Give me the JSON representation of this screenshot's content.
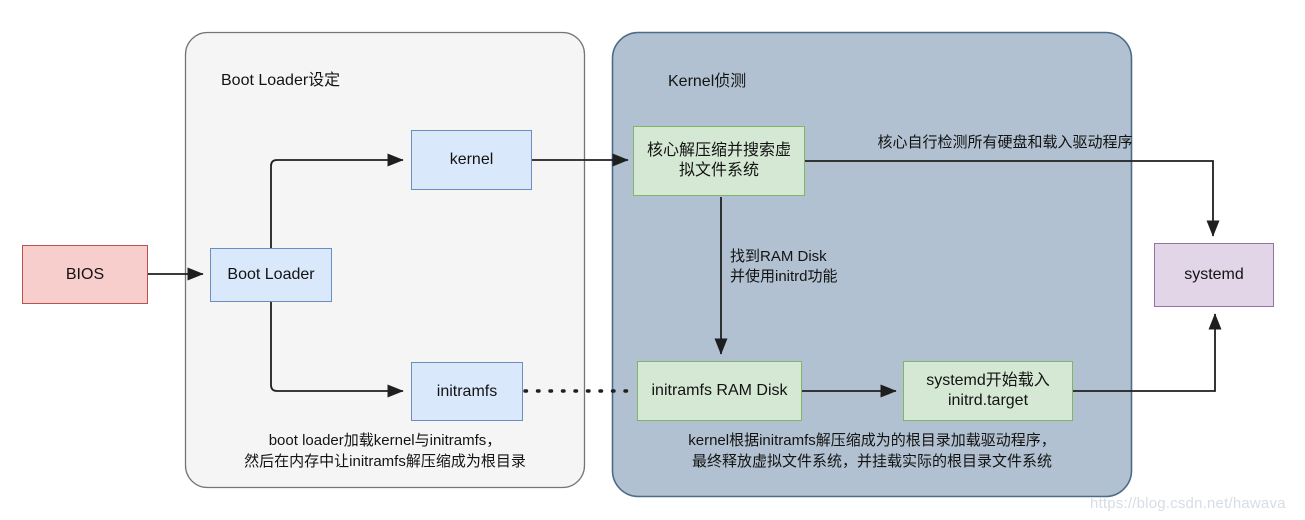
{
  "diagram": {
    "title_watermark": "https://blog.csdn.net/hawava",
    "groups": [
      {
        "id": "boot-loader-group",
        "label": "Boot Loader设定",
        "fill": "#f5f5f5",
        "stroke": "#666666"
      },
      {
        "id": "kernel-group",
        "label": "Kernel侦测",
        "fill": "#b1c1d1",
        "stroke": "#4d6b84"
      }
    ],
    "nodes": [
      {
        "id": "bios",
        "label": "BIOS",
        "fill": "#f8cecc",
        "stroke": "#b85450"
      },
      {
        "id": "boot-loader",
        "label": "Boot Loader",
        "fill": "#dae8fc",
        "stroke": "#6c8ebf"
      },
      {
        "id": "kernel",
        "label": "kernel",
        "fill": "#dae8fc",
        "stroke": "#6c8ebf"
      },
      {
        "id": "initramfs",
        "label": "initramfs",
        "fill": "#dae8fc",
        "stroke": "#6c8ebf"
      },
      {
        "id": "kernel-decompress",
        "label": "核心解压缩并搜索虚\n拟文件系统",
        "fill": "#d5e8d4",
        "stroke": "#82b366"
      },
      {
        "id": "initramfs-ram-disk",
        "label": "initramfs RAM Disk",
        "fill": "#d5e8d4",
        "stroke": "#82b366"
      },
      {
        "id": "systemd-initrd-target",
        "label": "systemd开始载入\ninitrd.target",
        "fill": "#d5e8d4",
        "stroke": "#82b366"
      },
      {
        "id": "systemd",
        "label": "systemd",
        "fill": "#e1d5e7",
        "stroke": "#9673a6"
      }
    ],
    "edge_labels": [
      {
        "id": "kernel-detect-hardware",
        "text": "核心自行检测所有硬盘和载入驱动程序"
      },
      {
        "id": "found-ram-disk",
        "text": "找到RAM Disk\n并使用initrd功能"
      }
    ],
    "captions": [
      {
        "id": "boot-loader-caption",
        "text": "boot loader加载kernel与initramfs，\n然后在内存中让initramfs解压缩成为根目录"
      },
      {
        "id": "kernel-caption",
        "text": "kernel根据initramfs解压缩成为的根目录加载驱动程序，\n最终释放虚拟文件系统，并挂载实际的根目录文件系统"
      }
    ]
  }
}
